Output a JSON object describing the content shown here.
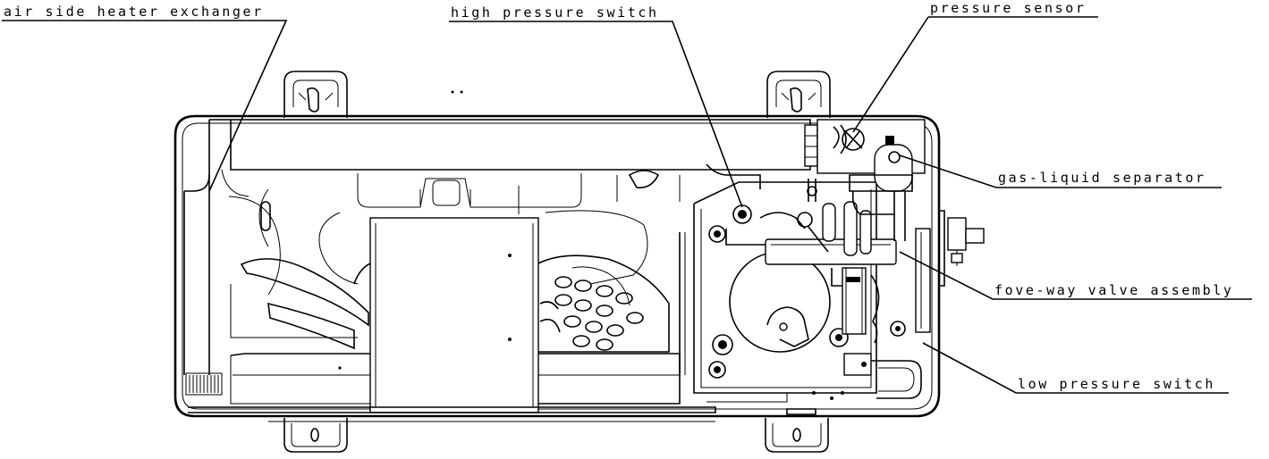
{
  "labels": {
    "air_side_heater_exchanger": "air side heater exchanger",
    "high_pressure_switch": "high pressure switch",
    "pressure_sensor": "pressure sensor",
    "gas_liquid_separator": "gas-liquid separator",
    "four_way_valve_assembly": "fove-way valve assembly",
    "low_pressure_switch": "low pressure switch"
  },
  "colors": {
    "line": "#000000",
    "background": "#ffffff"
  }
}
